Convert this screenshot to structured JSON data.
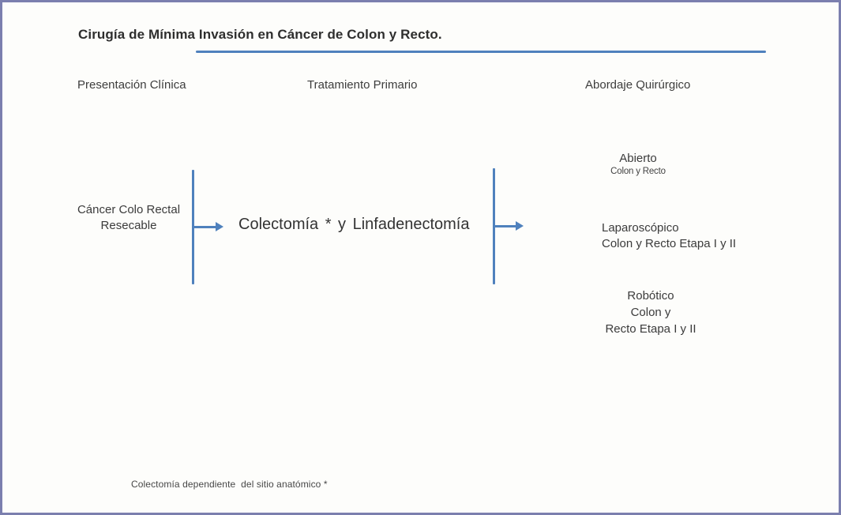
{
  "diagram": {
    "title": "Cirugía de Mínima Invasión en Cáncer de Colon y Recto.",
    "columns": {
      "left": "Presentación Clínica",
      "center": "Tratamiento Primario",
      "right": "Abordaje Quirúrgico"
    },
    "presentation": {
      "line1": "Cáncer Colo Rectal",
      "line2": "Resecable"
    },
    "treatment": "Colectomía * y  Linfadenectomía",
    "approaches": {
      "open": {
        "title": "Abierto",
        "subtitle": "Colon y Recto"
      },
      "laparoscopic": {
        "title": "Laparoscópico",
        "subtitle": "Colon y Recto Etapa I y II"
      },
      "robotic": {
        "line1": "Robótico",
        "line2": "Colon y",
        "line3": "Recto Etapa I y II"
      }
    },
    "footnote": "Colectomía dependiente  del sitio anatómico *",
    "colors": {
      "accent_blue": "#4f81bd",
      "border_purple": "#7b7fae",
      "text_dark": "#3b3b3b"
    }
  }
}
